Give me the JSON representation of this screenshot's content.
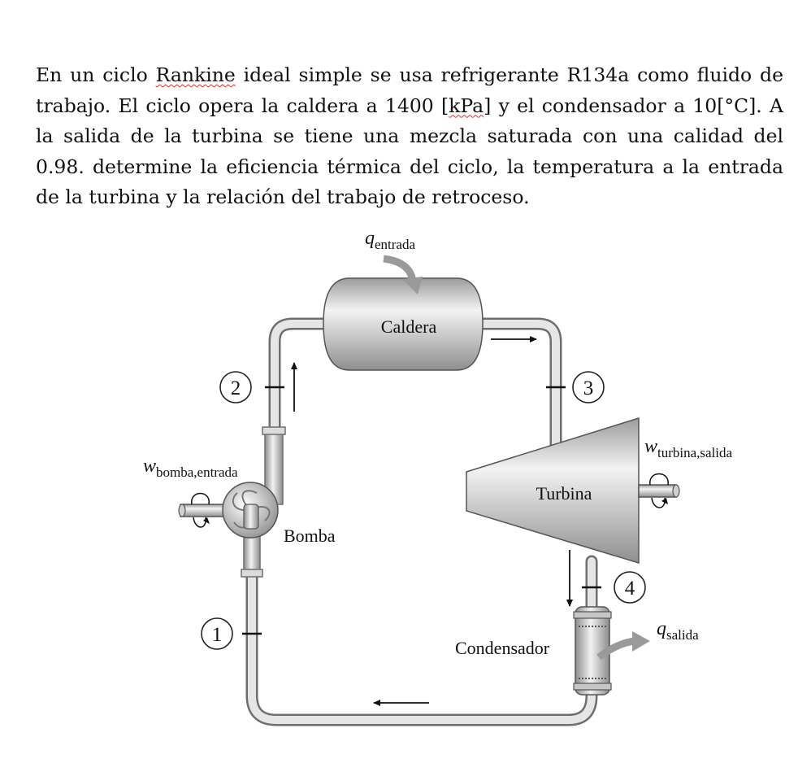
{
  "problem": {
    "text_1": "En un ciclo ",
    "term_1": "Rankine",
    "text_2": " ideal simple se usa refrigerante R134a como fluido de trabajo. El ciclo opera la caldera a 1400 [",
    "term_2": "kPa",
    "text_3": "] y el condensador a 10[°C]. A la salida de la turbina se tiene una mezcla saturada con una calidad del 0.98. determine la eficiencia térmica del ciclo, la temperatura a la entrada de la turbina y la relación del trabajo de retroceso."
  },
  "diagram": {
    "boiler": "Caldera",
    "turbine": "Turbina",
    "pump": "Bomba",
    "condenser": "Condensador",
    "q_in": {
      "symbol": "q",
      "sub": "entrada"
    },
    "q_out": {
      "symbol": "q",
      "sub": "salida"
    },
    "w_pump": {
      "symbol": "w",
      "sub": "bomba,entrada"
    },
    "w_turbine": {
      "symbol": "w",
      "sub": "turbina,salida"
    },
    "states": [
      "1",
      "2",
      "3",
      "4"
    ]
  },
  "colors": {
    "pipe_outline": "#6f6f6f",
    "pipe_fill": "#e4e4e4",
    "component_fill": "#d2d2d2",
    "heat_arrow": "#9a9a9a",
    "squiggle": "#dd3333"
  }
}
